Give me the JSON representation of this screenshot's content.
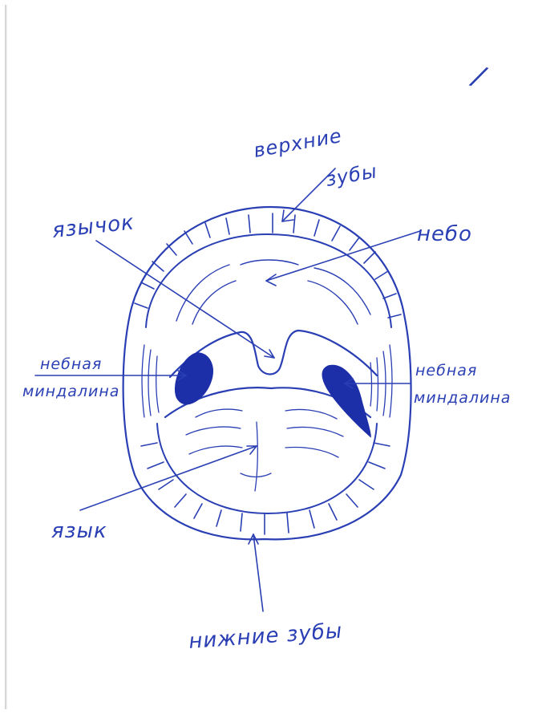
{
  "page_mark": "/",
  "labels": {
    "upper_teeth_line1": "верхние",
    "upper_teeth_line2": "зубы",
    "uvula": "язычок",
    "palate": "небо",
    "left_tonsil_line1": "небная",
    "left_tonsil_line2": "миндалина",
    "right_tonsil_line1": "небная",
    "right_tonsil_line2": "миндалина",
    "tongue": "язык",
    "lower_teeth": "нижние зубы"
  },
  "colors": {
    "ink": "#2a3fb4",
    "tonsil_fill": "#1c2fa8",
    "paper": "#ffffff"
  }
}
